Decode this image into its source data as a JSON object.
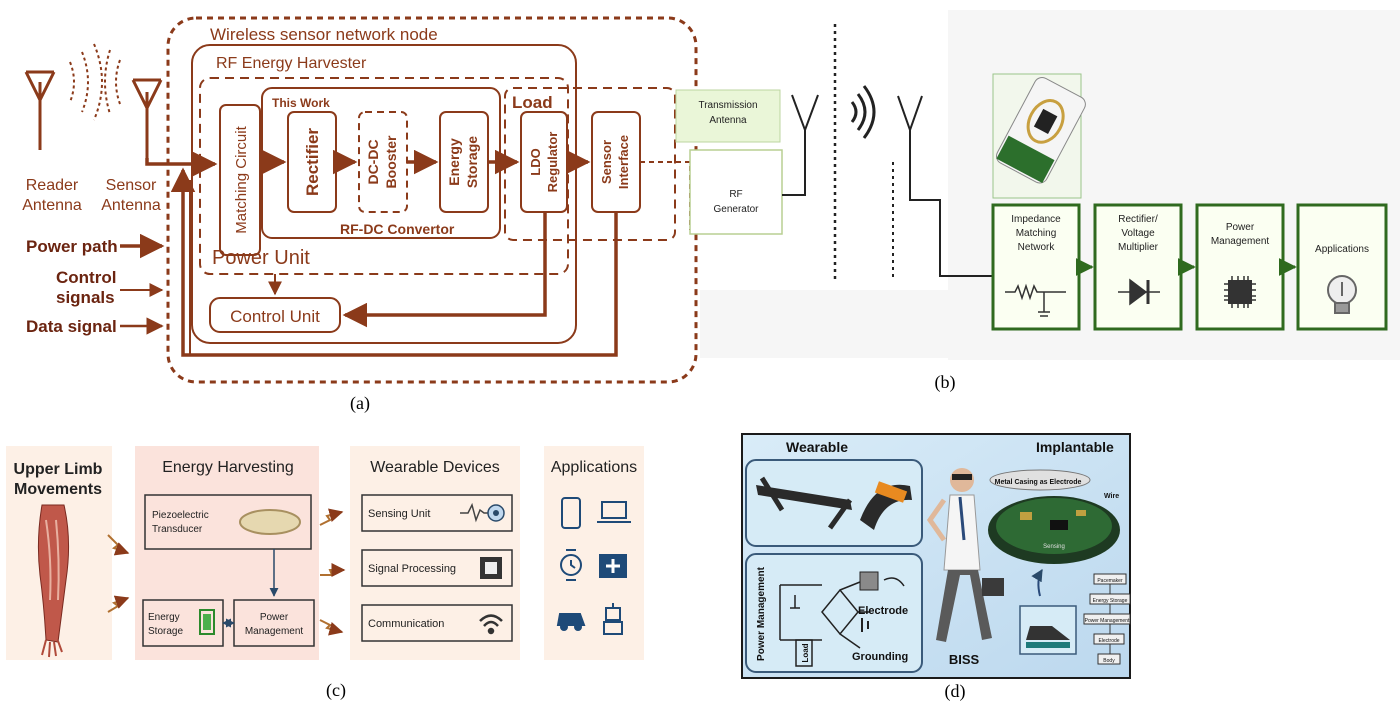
{
  "captions": {
    "a": "(a)",
    "b": "(b)",
    "c": "(c)",
    "d": "(d)"
  },
  "panel_a": {
    "node_title": "Wireless sensor network node",
    "harvester_title": "RF Energy Harvester",
    "reader_antenna": [
      "Reader",
      "Antenna"
    ],
    "sensor_antenna": [
      "Sensor",
      "Antenna"
    ],
    "matching_circuit": "Matching Circuit",
    "this_work": "This Work",
    "rectifier": "Rectifier",
    "dcdc": [
      "DC-DC",
      "Booster"
    ],
    "energy_storage": [
      "Energy",
      "Storage"
    ],
    "load": "Load",
    "ldo": [
      "LDO",
      "Regulator"
    ],
    "sensor_interface": [
      "Sensor",
      "Interface"
    ],
    "convertor": "RF-DC Convertor",
    "power_unit": "Power  Unit",
    "control_unit": "Control Unit",
    "legend": {
      "power_path": "Power path",
      "control_signals": [
        "Control",
        "signals"
      ],
      "data_signal": "Data signal"
    }
  },
  "panel_b": {
    "transmission_antenna": [
      "Transmission",
      "Antenna"
    ],
    "rf_generator": [
      "RF",
      "Generator"
    ],
    "blocks": [
      {
        "lines": [
          "Impedance",
          "Matching",
          "Network"
        ]
      },
      {
        "lines": [
          "Rectifier/",
          "Voltage",
          "Multiplier"
        ]
      },
      {
        "lines": [
          "Power",
          "Management"
        ]
      },
      {
        "lines": [
          "Applications"
        ]
      }
    ]
  },
  "panel_c": {
    "upper_limb": [
      "Upper Limb",
      "Movements"
    ],
    "energy_harvesting": "Energy Harvesting",
    "piezo": [
      "Piezoelectric",
      "Transducer"
    ],
    "energy_storage": [
      "Energy",
      "Storage"
    ],
    "power_management": [
      "Power",
      "Management"
    ],
    "wearable_devices": "Wearable Devices",
    "devices": [
      "Sensing Unit",
      "Signal Processing",
      "Communication"
    ],
    "applications": "Applications"
  },
  "panel_d": {
    "wearable": "Wearable",
    "implantable": "Implantable",
    "metal_casing": "Metal Casing as Electrode",
    "wire": "Wire",
    "sensing": "Sensing",
    "power_management": "Power Management",
    "load": "Load",
    "electrode": "Electrode",
    "grounding": "Grounding",
    "biss": "BISS",
    "flow": [
      "Pacemaker",
      "Energy Storage",
      "Power Management",
      "Electrode",
      "Body"
    ]
  },
  "colors": {
    "maroon": "#8b3a1a",
    "dark_maroon": "#6b2410",
    "green_border": "#2f7a2f",
    "pink_bg": "#fbe3dc",
    "peach_bg": "#fdf0e6",
    "blue_frame": "#3a5a7a"
  }
}
